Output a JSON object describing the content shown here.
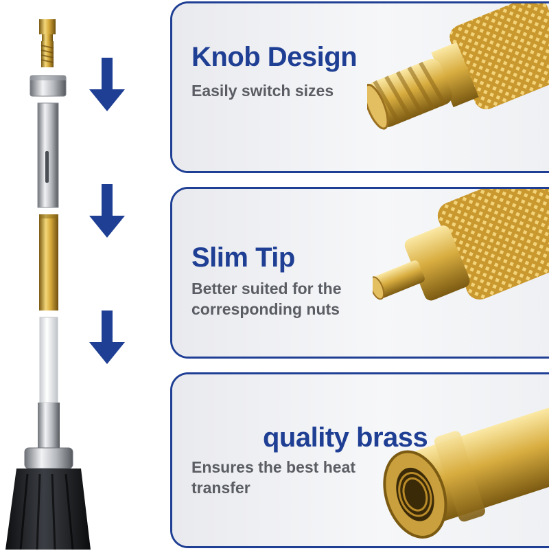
{
  "colors": {
    "accent": "#1f3f94",
    "subtitle": "#5a5d63",
    "brass": "#c9a23a"
  },
  "features": [
    {
      "title": "Knob Design",
      "subtitle_lines": [
        "Easily switch sizes"
      ],
      "illustration": "knurled-threaded-screw"
    },
    {
      "title": "Slim Tip",
      "subtitle_lines": [
        "Better suited for the",
        "corresponding nuts"
      ],
      "illustration": "knurled-slim-tip"
    },
    {
      "title": "quality brass",
      "subtitle_lines": [
        "Ensures the best heat",
        "transfer"
      ],
      "illustration": "brass-tube-with-thread"
    }
  ],
  "left_assembly": {
    "parts": [
      "brass-threaded-tip",
      "hex-nut",
      "steel-barrel",
      "brass-sleeve",
      "ceramic-heater",
      "soldering-iron-handle"
    ],
    "arrow_icon": "arrow-down-icon"
  }
}
